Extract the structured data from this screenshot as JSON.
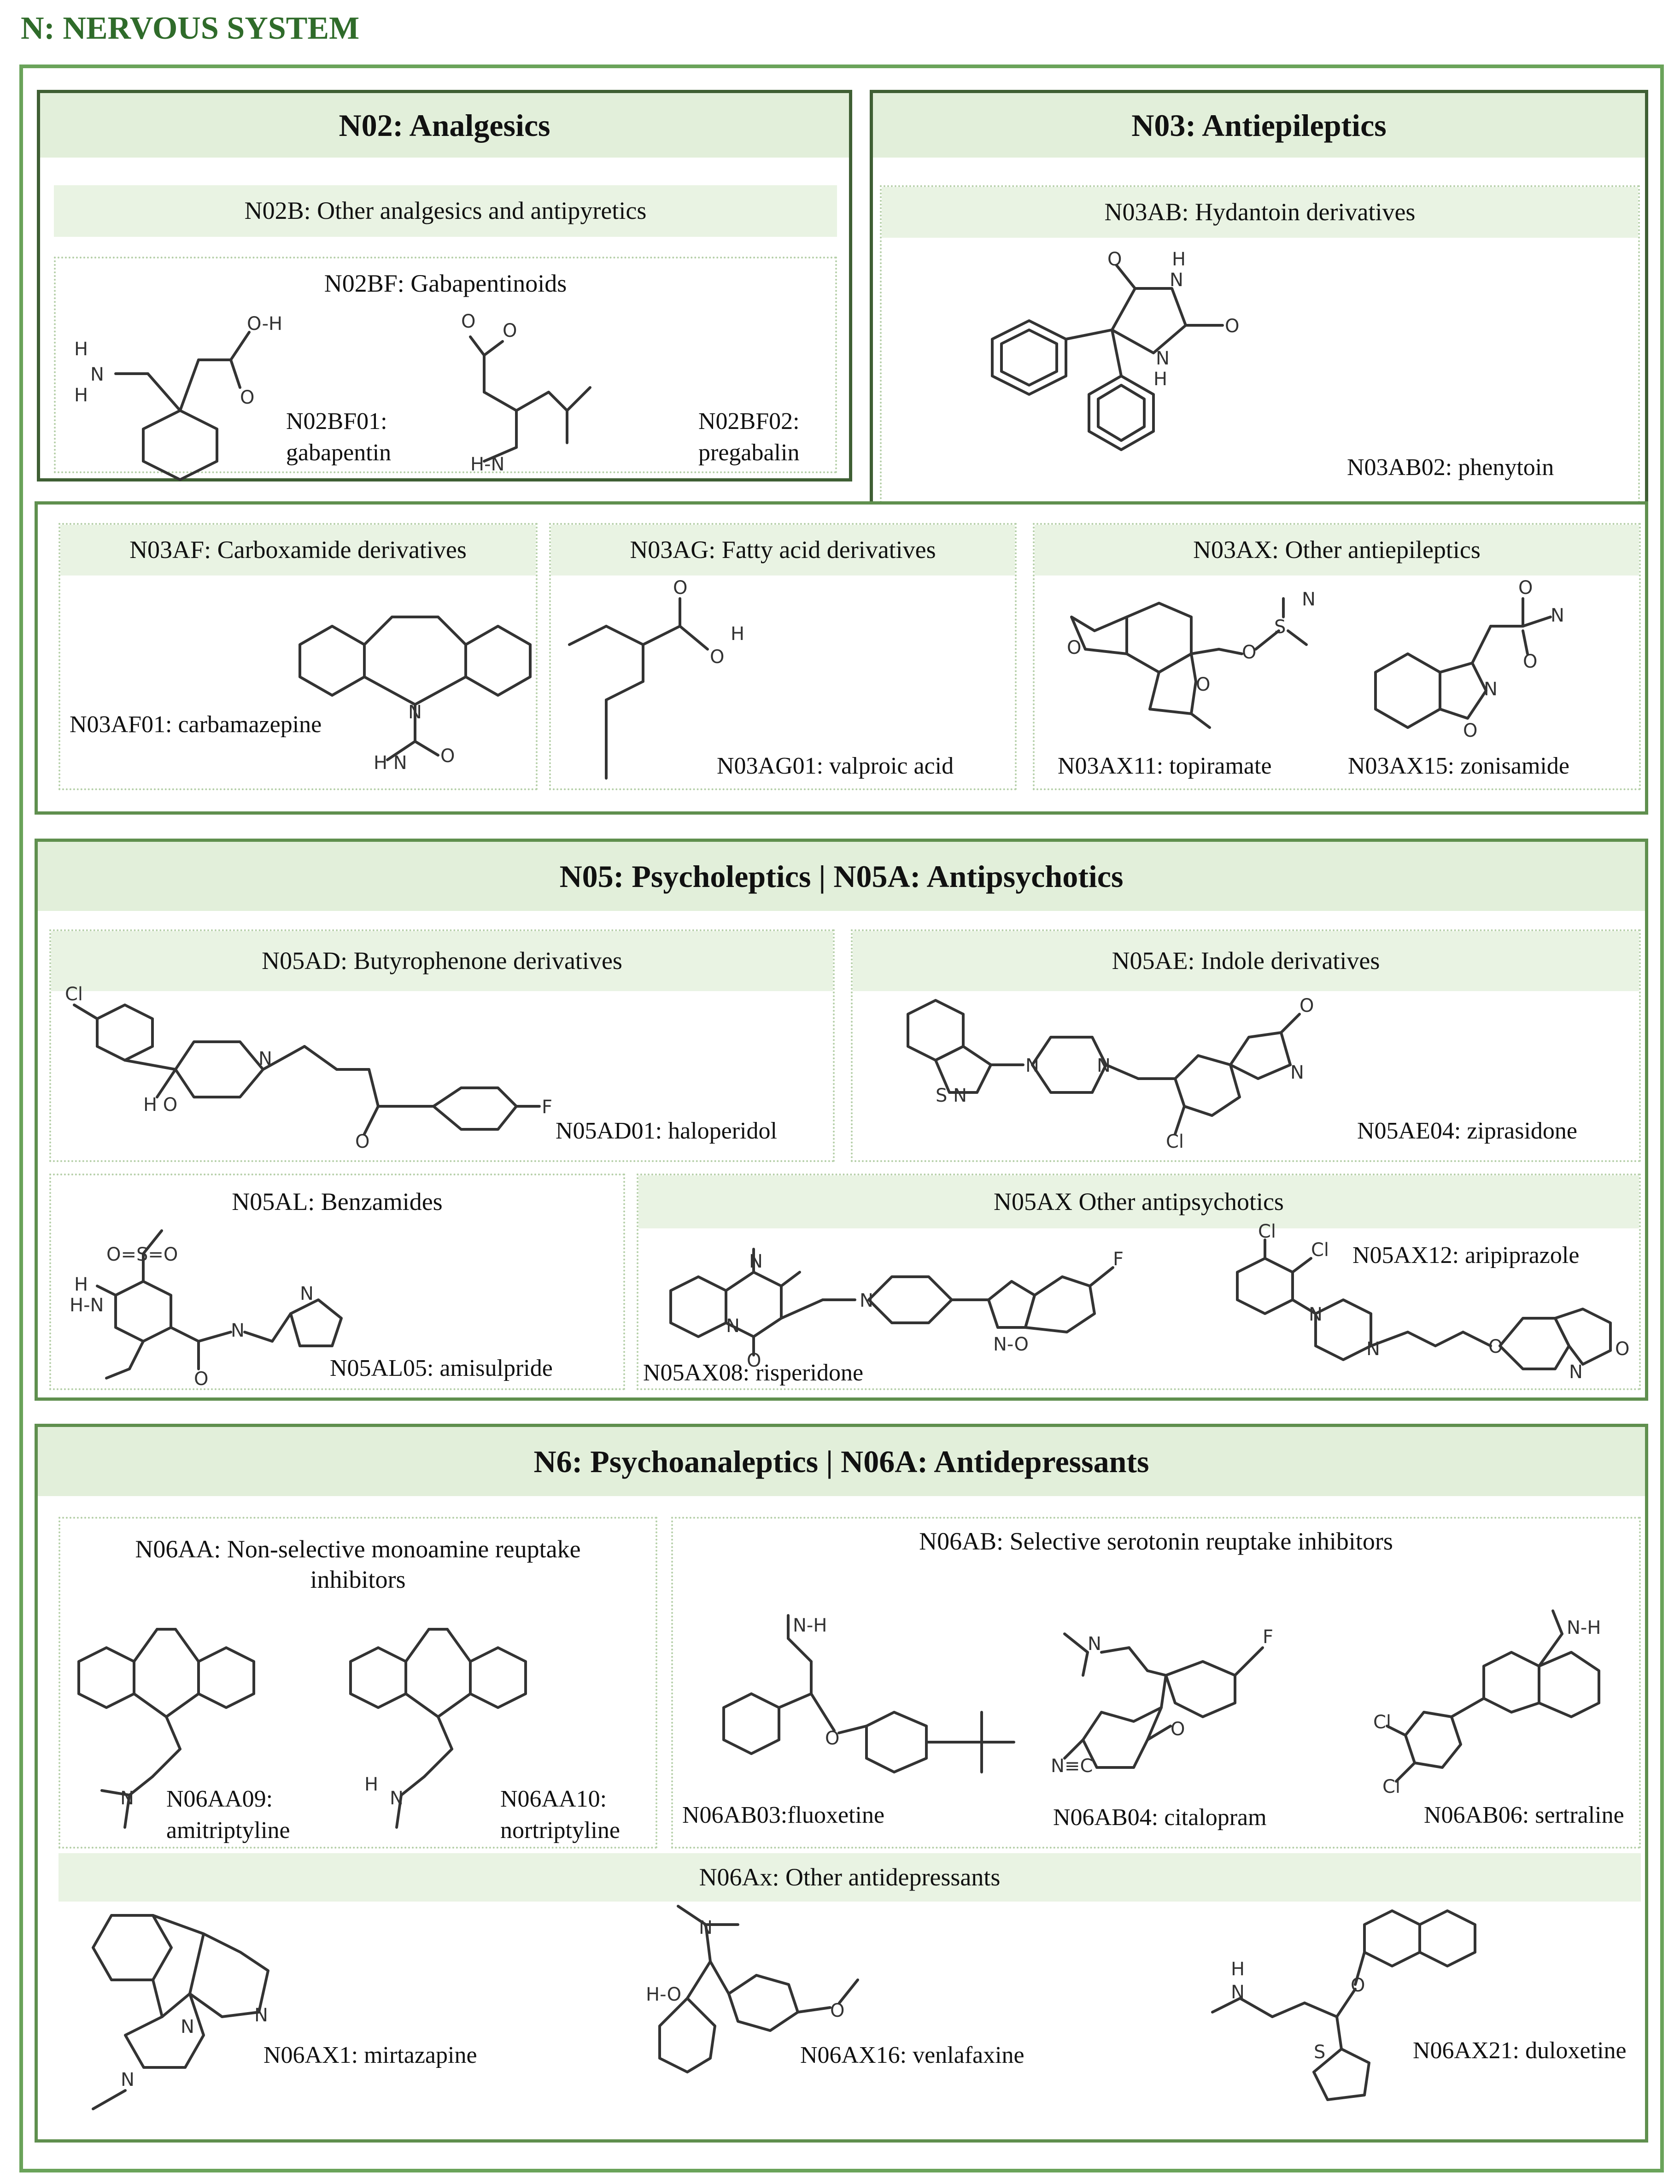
{
  "title": "N:  NERVOUS SYSTEM",
  "n02": {
    "title": "N02: Analgesics",
    "n02b": "N02B: Other analgesics and antipyretics",
    "n02bf": "N02BF: Gabapentinoids",
    "gabapentin": [
      "N02BF01:",
      "gabapentin"
    ],
    "pregabalin": [
      "N02BF02:",
      "pregabalin"
    ]
  },
  "n03": {
    "title": "N03: Antiepileptics",
    "n03ab": "N03AB: Hydantoin derivatives",
    "phenytoin": "N03AB02: phenytoin",
    "n03af": "N03AF: Carboxamide derivatives",
    "carbamazepine": "N03AF01: carbamazepine",
    "n03ag": "N03AG: Fatty acid derivatives",
    "valproic": "N03AG01: valproic acid",
    "n03ax": "N03AX: Other antiepileptics",
    "topiramate": "N03AX11: topiramate",
    "zonisamide": "N03AX15: zonisamide"
  },
  "n05": {
    "title": "N05: Psycholeptics | N05A: Antipsychotics",
    "n05ad": "N05AD: Butyrophenone derivatives",
    "haloperidol": "N05AD01: haloperidol",
    "n05ae": "N05AE: Indole derivatives",
    "ziprasidone": "N05AE04: ziprasidone",
    "n05al": "N05AL: Benzamides",
    "amisulpride": "N05AL05: amisulpride",
    "n05ax": "N05AX Other antipsychotics",
    "risperidone": "N05AX08: risperidone",
    "aripiprazole": "N05AX12: aripiprazole"
  },
  "n06": {
    "title": "N6: Psychoanaleptics | N06A: Antidepressants",
    "n06aa": [
      "N06AA: Non-selective monoamine reuptake",
      "inhibitors"
    ],
    "amitriptyline": [
      "N06AA09:",
      "amitriptyline"
    ],
    "nortriptyline": [
      "N06AA10:",
      "nortriptyline"
    ],
    "n06ab": "N06AB: Selective serotonin reuptake inhibitors",
    "fluoxetine": "N06AB03:fluoxetine",
    "citalopram": "N06AB04: citalopram",
    "sertraline": "N06AB06: sertraline",
    "n06ax": "N06Ax: Other antidepressants",
    "mirtazapine": "N06AX1: mirtazapine",
    "venlafaxine": "N06AX16: venlafaxine",
    "duloxetine": "N06AX21: duloxetine"
  }
}
